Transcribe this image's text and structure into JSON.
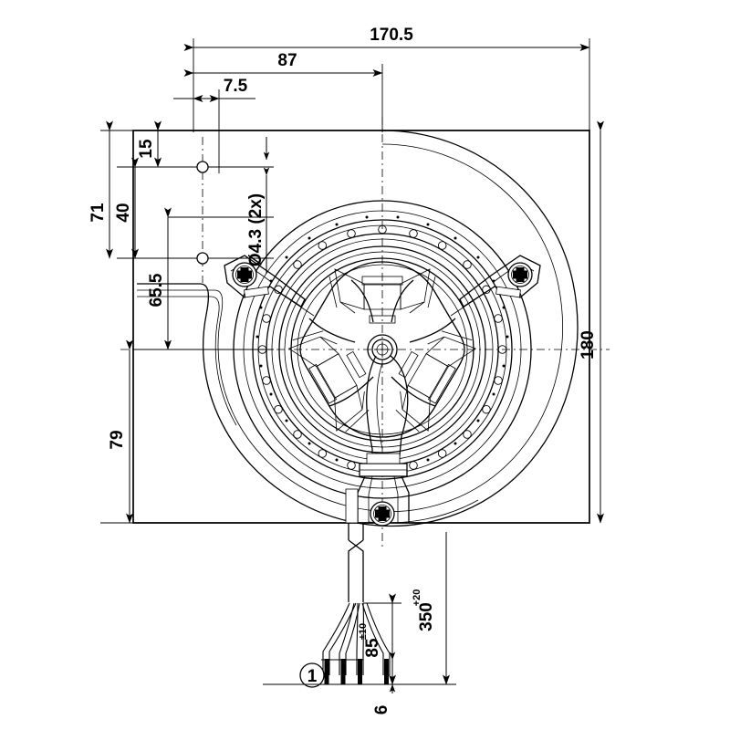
{
  "drawing": {
    "title": "Centrifugal blower fan - dimensioned technical drawing",
    "units": "mm",
    "line_color": "#000000",
    "background_color": "#ffffff"
  },
  "dimensions": {
    "overall_width": "170.5",
    "width_to_center": "87",
    "edge_offset": "7.5",
    "overall_height": "180",
    "hole_top_offset": "15",
    "hole_spacing": "40",
    "hole_group_height": "71",
    "center_from_top": "65.5",
    "center_to_bottom": "79",
    "hole_diameter": "Ø4.3 (2x)",
    "cable_length": "350",
    "cable_length_tolerance": "+20",
    "lead_split_length": "85",
    "lead_split_tolerance": "±10",
    "strip_length": "6"
  },
  "callouts": {
    "item_number": "1"
  }
}
